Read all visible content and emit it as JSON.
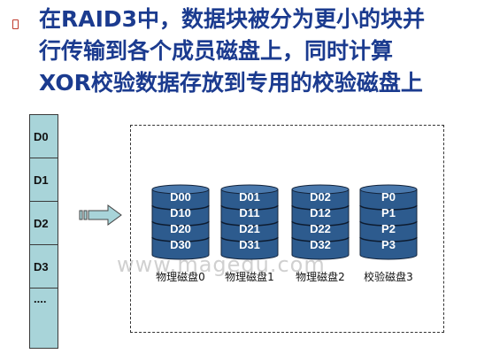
{
  "title": {
    "line1": "在RAID3中，数据块被分为更小的块并",
    "line2": "行传输到各个成员磁盘上，同时计算",
    "line3": "XOR校验数据存放到专用的校验磁盘上"
  },
  "stripes": [
    "D0",
    "D1",
    "D2",
    "D3",
    "...."
  ],
  "disks": [
    {
      "label": "物理磁盘0",
      "blocks": [
        "D00",
        "D10",
        "D20",
        "D30"
      ]
    },
    {
      "label": "物理磁盘1",
      "blocks": [
        "D01",
        "D11",
        "D21",
        "D31"
      ]
    },
    {
      "label": "物理磁盘2",
      "blocks": [
        "D02",
        "D12",
        "D22",
        "D32"
      ]
    },
    {
      "label": "校验磁盘3",
      "blocks": [
        "P0",
        "P1",
        "P2",
        "P3"
      ]
    }
  ],
  "watermark": "www.magedu.com",
  "colors": {
    "title": "#1b3b8f",
    "disk_fill": "#2d5b8e",
    "stripe_fill": "#a8d4d9",
    "arrow_fill": "#a8d4d9"
  }
}
